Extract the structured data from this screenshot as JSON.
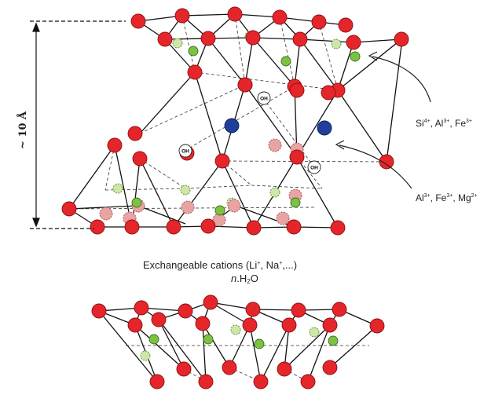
{
  "labels": {
    "tetrahedral_cations": [
      "Si",
      "4+",
      ", Al",
      "3+",
      ", Fe",
      "3+"
    ],
    "octahedral_cations": [
      "Al",
      "3+",
      ", Fe",
      "3+",
      ", Mg",
      "2+"
    ],
    "exchangeable": [
      "Exchangeable cations (Li",
      "+",
      ", Na",
      "+",
      ",...)"
    ],
    "water": [
      "n",
      ".H",
      "2",
      "O"
    ],
    "interlayer_distance": "~ 10 Å",
    "hydroxyl": "OH"
  },
  "colors": {
    "oxygen": "#e4262b",
    "oxygen_edge": "#8f0d10",
    "tetrahedral_cation": "#7cc242",
    "tetrahedral_cation_ghost": "#cfe6a9",
    "octahedral_cation": "#1f3f9a",
    "octahedral_ghost": "#e8a3a3",
    "bond": "#111111"
  }
}
